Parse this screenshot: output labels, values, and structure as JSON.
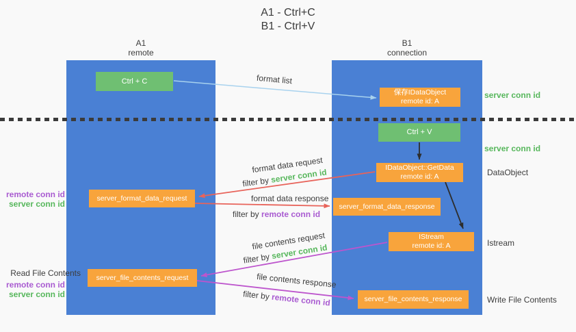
{
  "colors": {
    "bg": "#f9f9f9",
    "column_blue": "#4a80d4",
    "box_green": "#6fbf72",
    "box_orange": "#f8a43c",
    "arrow_lightblue": "#a8d2ee",
    "arrow_red": "#e8635a",
    "arrow_magenta": "#bd55cd",
    "arrow_black": "#2d2d2d",
    "text_green": "#57b75c",
    "text_purple": "#a95bd1",
    "text_dark": "#3c3c3c",
    "separator": "#3b3b3b"
  },
  "title": {
    "line1": "A1 - Ctrl+C",
    "line2": "B1 - Ctrl+V"
  },
  "columns": {
    "left": {
      "name": "A1",
      "role": "remote"
    },
    "right": {
      "name": "B1",
      "role": "connection"
    }
  },
  "boxes": {
    "ctrl_c": "Ctrl + C",
    "ctrl_v": "Ctrl + V",
    "save_dataobject": {
      "line1": "保存IDataObject",
      "line2": "remote id: A"
    },
    "getdata": {
      "line1": "IDataObject::GetData",
      "line2": "remote id: A"
    },
    "format_request": "server_format_data_request",
    "format_response": "server_format_data_response",
    "istream": {
      "line1": "IStream",
      "line2": "remote id: A"
    },
    "file_request": "server_file_contents_request",
    "file_response": "server_file_contents_response"
  },
  "annotations": {
    "format_list": "format list",
    "filter_by": "filter by",
    "server_conn_id": "server conn id",
    "remote_conn_id": "remote conn id",
    "dataobject": "DataObject",
    "istream": "Istream",
    "read_file_contents": "Read File Contents",
    "write_file_contents": "Write File Contents",
    "format_data_request": "format data request",
    "format_data_response": "format data response",
    "file_contents_request": "file contents request",
    "file_contents_response": "file contents response"
  }
}
